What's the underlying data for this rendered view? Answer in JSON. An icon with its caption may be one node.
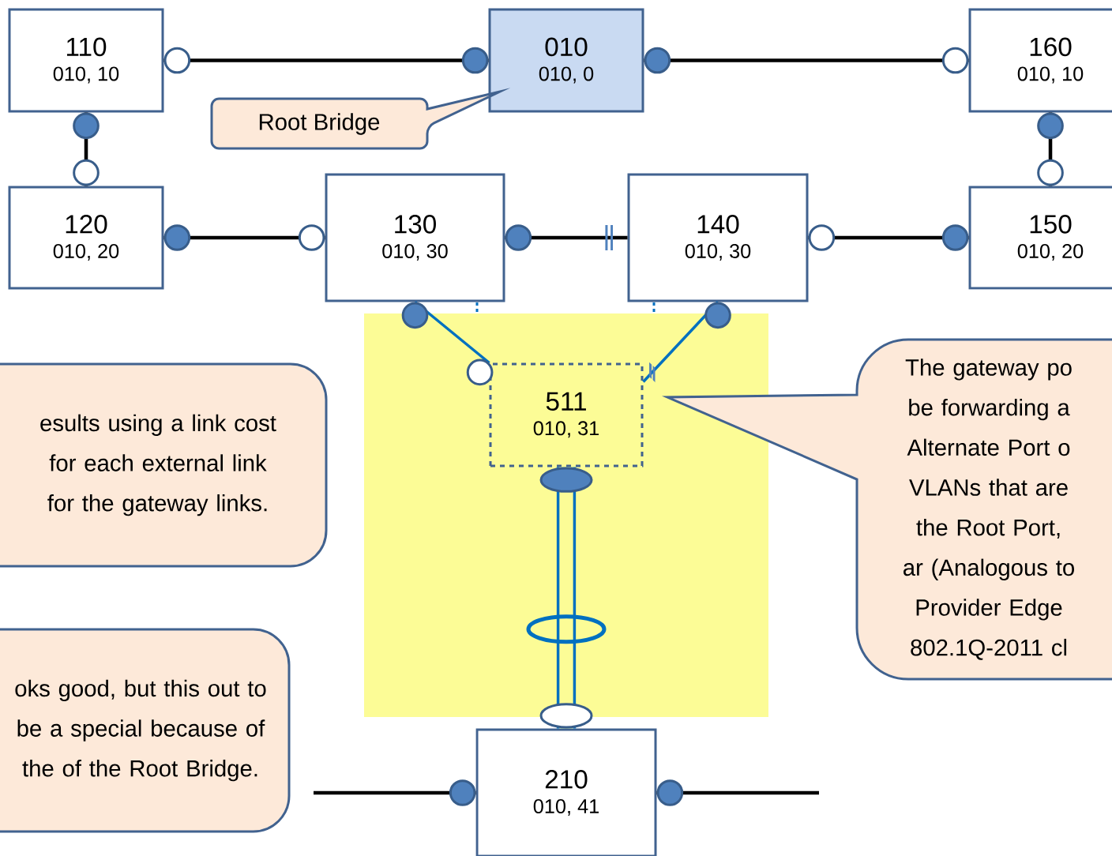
{
  "diagram": {
    "nodes": [
      {
        "text": [
          "110",
          "010, 10"
        ]
      },
      {
        "text": [
          "010",
          "010, 0"
        ]
      },
      {
        "text": [
          "160",
          "010, 10"
        ]
      },
      {
        "text": [
          "Root Bridge"
        ]
      },
      {
        "text": [
          "120",
          "010, 20"
        ]
      },
      {
        "text": [
          "130",
          "010, 30"
        ]
      },
      {
        "text": [
          "140",
          "010, 30"
        ]
      },
      {
        "text": [
          "150",
          "010, 20"
        ]
      },
      {
        "text": [
          "esults using a link cost for each external link for the gateway links."
        ]
      },
      {
        "text": [
          "511",
          "010, 31"
        ]
      },
      {
        "text": [
          "The gateway po be forwarding a Alternate Port o VLANs that are the Root Port, ar (Analogous to Provider Edge 802.1Q-2011 cl"
        ]
      },
      {
        "text": [
          "oks good, but this out to be a special because of the of the Root Bridge."
        ]
      },
      {
        "text": [
          "210",
          "010, 41"
        ]
      }
    ],
    "edges": [
      {
        "from": 0,
        "to": 1,
        "arrow": "other"
      },
      {
        "from": 1,
        "to": 2,
        "arrow": "other"
      },
      {
        "from": 0,
        "to": 4,
        "arrow": "other"
      },
      {
        "from": 2,
        "to": 7,
        "arrow": "other"
      },
      {
        "from": 4,
        "to": 5,
        "arrow": "other"
      },
      {
        "from": 5,
        "to": 6,
        "arrow": "other"
      },
      {
        "from": 6,
        "to": 7,
        "arrow": "other"
      },
      {
        "from": 5,
        "to": 9,
        "arrow": "other",
        "color": "#0070c0"
      },
      {
        "from": 6,
        "to": 9,
        "arrow": "other",
        "color": "#0070c0"
      },
      {
        "from": 9,
        "to": 12,
        "arrow": "other",
        "style": "thick",
        "color": "#0070c0"
      },
      {
        "from": null,
        "to": 12,
        "arrow": "other"
      },
      {
        "from": 12,
        "to": null,
        "arrow": "other"
      }
    ]
  }
}
